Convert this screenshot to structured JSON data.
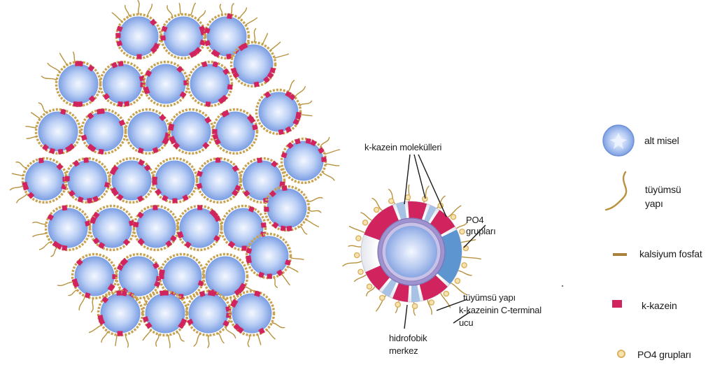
{
  "micelle": {
    "kkazein_label": "k-kazein molekülleri",
    "po4_label_line1": "PO4",
    "po4_label_line2": "grupları",
    "tuyumsu_label": "tüyümsü yapı",
    "cterminal_line1": "k-kazeinin C-terminal",
    "cterminal_line2": "ucu",
    "hidrofobik_line1": "hidrofobik",
    "hidrofobik_line2": "merkez"
  },
  "legend": {
    "alt_misel": "alt misel",
    "tuyumsu_line1": "tüyümsü",
    "tuyumsu_line2": "yapı",
    "kalsiyum": "kalsiyum fosfat",
    "kkazein": "k-kazein",
    "po4": "PO4 grupları"
  },
  "colors": {
    "submicelle_core": "#f4f8ff",
    "submicelle_edge": "#7d9fe3",
    "calcium_phosphate": "#c9a24e",
    "k_casein": "#d1245f",
    "hair": "#b8923e",
    "po4": "#d9b15f",
    "hydrophobic_ring": "#9e92cf",
    "outer_blue": "#5c95cf"
  }
}
